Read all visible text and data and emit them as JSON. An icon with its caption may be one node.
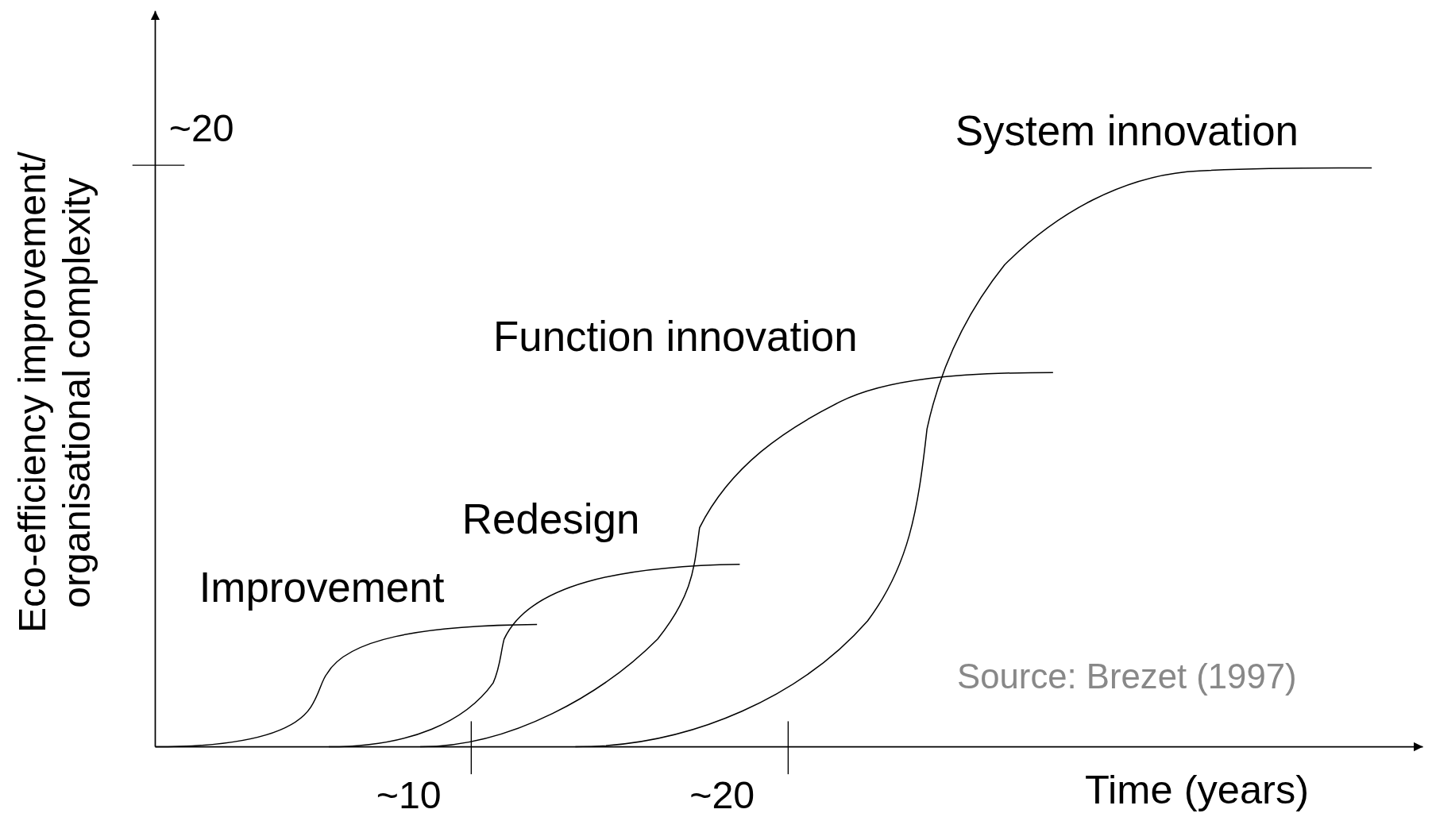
{
  "diagram": {
    "labels": [
      "Eco-efficiency improvement/ organisational complexity",
      "~20",
      "System innovation",
      "Function innovation",
      "Redesign",
      "Improvement",
      "Source: Brezet (1997)",
      "~10",
      "~20",
      "Time (years)"
    ]
  }
}
